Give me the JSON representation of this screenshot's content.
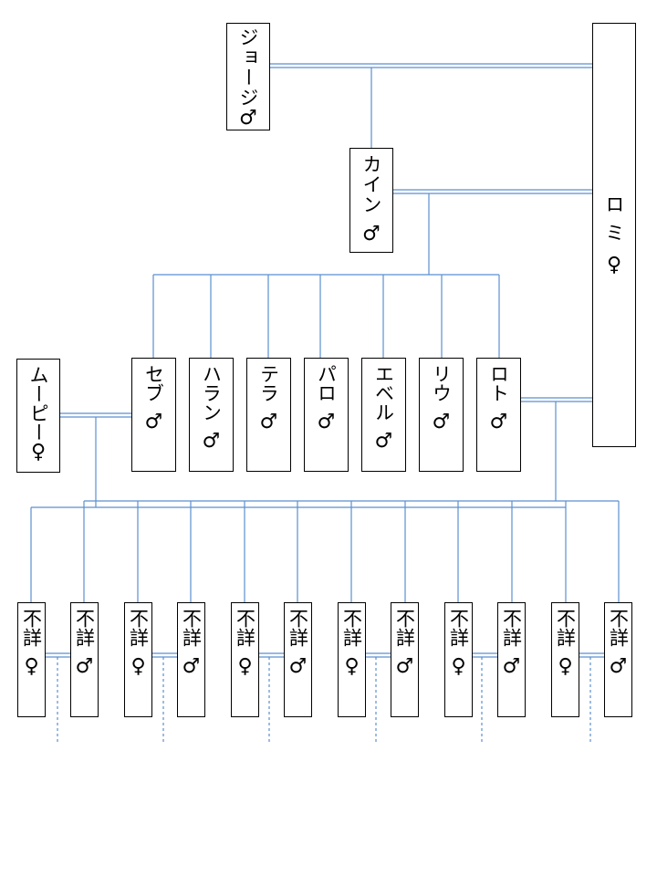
{
  "people": {
    "george": {
      "name": "ジョージ",
      "sex": "♂"
    },
    "romi": {
      "name": "ロミ",
      "sex": "♀"
    },
    "cain": {
      "name": "カイン",
      "sex": "♂"
    },
    "mupi": {
      "name": "ムーピー",
      "sex": "♀"
    },
    "children": [
      {
        "name": "セブ",
        "sex": "♂"
      },
      {
        "name": "ハラン",
        "sex": "♂"
      },
      {
        "name": "テラ",
        "sex": "♂"
      },
      {
        "name": "パロ",
        "sex": "♂"
      },
      {
        "name": "エベル",
        "sex": "♂"
      },
      {
        "name": "リウ",
        "sex": "♂"
      },
      {
        "name": "ロト",
        "sex": "♂"
      }
    ],
    "grandchildren": [
      {
        "name": "不詳",
        "sex": "♀"
      },
      {
        "name": "不詳",
        "sex": "♂"
      },
      {
        "name": "不詳",
        "sex": "♀"
      },
      {
        "name": "不詳",
        "sex": "♂"
      },
      {
        "name": "不詳",
        "sex": "♀"
      },
      {
        "name": "不詳",
        "sex": "♂"
      },
      {
        "name": "不詳",
        "sex": "♀"
      },
      {
        "name": "不詳",
        "sex": "♂"
      },
      {
        "name": "不詳",
        "sex": "♀"
      },
      {
        "name": "不詳",
        "sex": "♂"
      },
      {
        "name": "不詳",
        "sex": "♀"
      },
      {
        "name": "不詳",
        "sex": "♂"
      }
    ]
  },
  "colors": {
    "line": "#5b8fd0",
    "border": "#000000"
  }
}
